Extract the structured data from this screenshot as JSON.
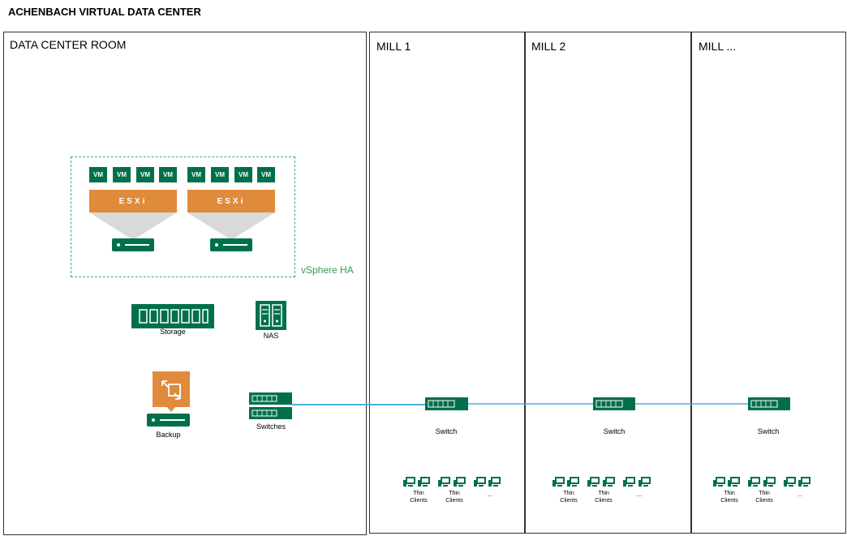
{
  "title": "ACHENBACH VIRTUAL DATA CENTER",
  "rooms": {
    "data_center": "DATA CENTER ROOM",
    "mill1": "MILL 1",
    "mill2": "MILL 2",
    "mill3": "MILL ..."
  },
  "cluster": {
    "ha_label": "vSphere HA",
    "vm_label": "VM",
    "esxi_label": "ESXi"
  },
  "devices": {
    "storage": "Storage",
    "nas": "NAS",
    "backup": "Backup",
    "switches": "Switches",
    "switch": "Switch"
  },
  "clients": {
    "thin_line1": "Thin",
    "thin_line2": "Clients",
    "ellipsis_mill1": "...",
    "ellipsis_mill2": "....",
    "ellipsis_mill3": "..."
  },
  "colors": {
    "green": "#00704a",
    "orange": "#e08a3c",
    "link": "#4ab0e0",
    "ha_dash": "#3aa86a"
  }
}
